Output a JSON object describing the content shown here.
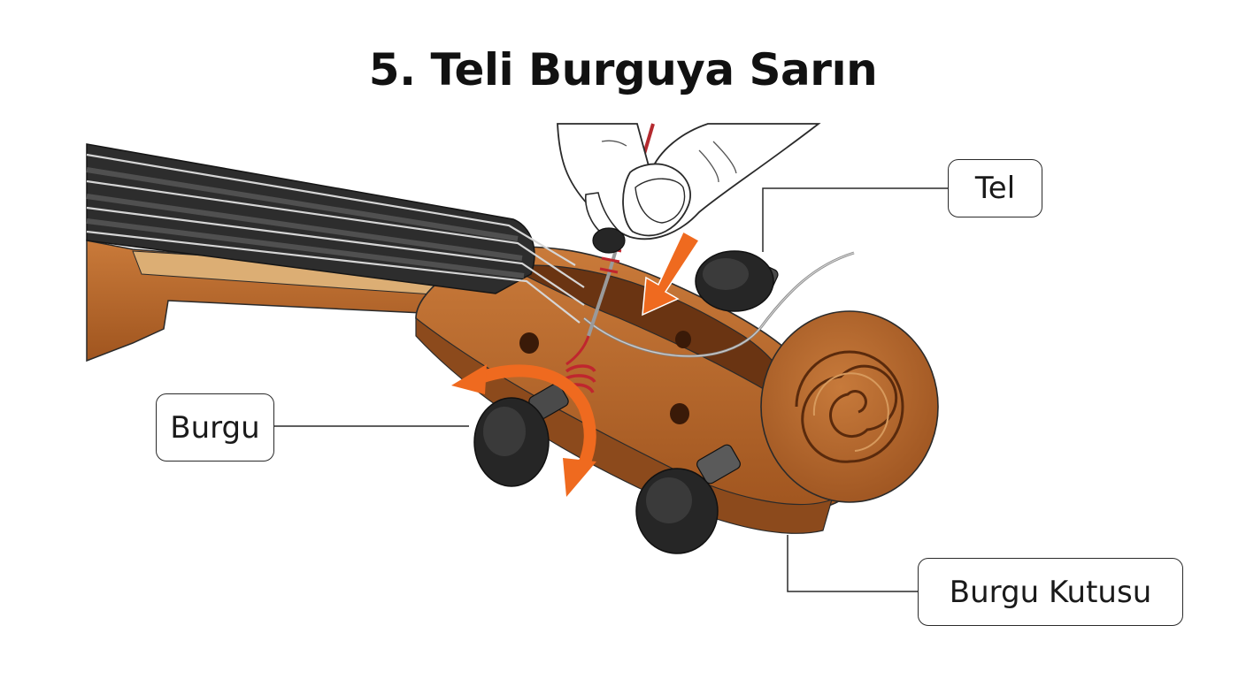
{
  "title": "5. Teli Burguya Sarın",
  "labels": {
    "string": "Tel",
    "peg": "Burgu",
    "pegbox": "Burgu Kutusu"
  },
  "colors": {
    "wood": "#b8692e",
    "wood_dark": "#7f4016",
    "wood_light": "#d9a96f",
    "fingerboard": "#2c2c2c",
    "peg": "#262626",
    "arrow": "#ef6a1f",
    "string_winding": "#c0262e",
    "outline": "#2a2a2a"
  }
}
